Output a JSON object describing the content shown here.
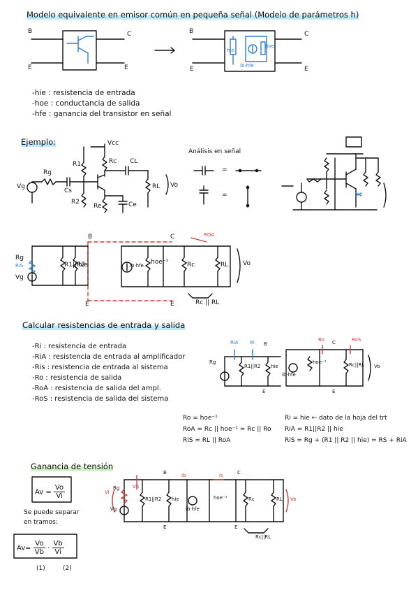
{
  "header": {
    "title": "Modelo equivalente en emisor común en pequeña señal (Modelo de parámetros h)"
  },
  "model": {
    "node_b": "B",
    "node_c": "C",
    "node_e": "E",
    "hie_small": "hie",
    "hoe_small": "hoe",
    "ib_hfe_small": "ib·hfe"
  },
  "definitions": [
    "-hie : resistencia de entrada",
    "-hoe : conductancia de salida",
    "-hfe : ganancia del transistor en señal"
  ],
  "example": {
    "title": "Ejemplo:",
    "vcc": "Vcc",
    "rg": "Rg",
    "r1": "R1",
    "rc": "Rc",
    "cl": "CL",
    "vg": "Vg",
    "cs": "Cs",
    "r2": "R2",
    "re": "Re",
    "ce": "Ce",
    "rl": "RL",
    "vo": "Vo"
  },
  "analysis": {
    "title": "Análisis en señal",
    "equals": "="
  },
  "circuit1": {
    "rg": "Rg",
    "ris": "RiS",
    "vg": "Vg",
    "r1r2": "R1||R2",
    "hie": "hie",
    "ibhfe": "ib·hfe",
    "hoe": "hoe⁻¹",
    "rc": "Rc",
    "rl": "RL",
    "vo": "Vo",
    "b": "B",
    "c": "C",
    "e": "E",
    "roa": "ROA",
    "rc_rl": "Rc || RL"
  },
  "section2": {
    "title": "Calcular resistencias de entrada y salida",
    "items": [
      "-Ri : resistencia de entrada",
      "-RiA : resistencia de entrada al amplificador",
      "-Ris : resistencia de entrada al sistema",
      "-Ro : resistencia de salida",
      "-RoA : resistencia de salida del ampl.",
      "-RoS : resistencia de salida del sistema"
    ]
  },
  "circuit2": {
    "ria": "RiA",
    "ri": "Ri",
    "b": "B",
    "ro": "Ro",
    "c": "C",
    "ros": "RoS",
    "rg": "Rg",
    "r1r2": "R1||R2",
    "hie": "hie",
    "ibhfe": "ib·hfe",
    "hoe": "hoe⁻¹",
    "rcrl": "Rc||RL",
    "vo": "Vo",
    "e": "E"
  },
  "formulas": {
    "left": [
      "Ro = hoe⁻¹",
      "RoA = Rc || hoe⁻¹ ≈ Rc || Ro",
      "RiS = RL || RoA"
    ],
    "right": [
      "Ri = hie ← dato de la hoja del trt",
      "RiA = R1||R2 || hie",
      "RiS = Rg + (R1 || R2 || hie) = RS + RiA"
    ]
  },
  "section3": {
    "title": "Ganancia de tensión",
    "av_lhs": "Av =",
    "av_num": "Vo",
    "av_den": "Vi",
    "note_line1": "Se puede separar",
    "note_line2": "en tramos:",
    "av2_lhs": "Av=",
    "f1_num": "Vo",
    "f1_den": "Vb",
    "dot": "·",
    "f2_num": "Vb",
    "f2_den": "Vi",
    "tag1": "(1)",
    "tag2": "(2)"
  },
  "circuit3": {
    "vi": "Vi",
    "rg": "Rg",
    "vb": "Vb",
    "vg": "Vg",
    "b": "B",
    "r1r2": "R1||R2",
    "hie": "hie",
    "ib": "ib",
    "ic": "ic",
    "c": "C",
    "ibhfe": "ib·hfe",
    "hoe": "hoe⁻¹",
    "rc": "Rc",
    "rl": "RL",
    "vo": "Vo",
    "e": "E",
    "rcrl": "Rc||RL"
  },
  "colors": {
    "ink": "#111111",
    "blue": "#2a7fd4",
    "red": "#d23a3a",
    "highlight_cyan": "#bfe9f7",
    "highlight_pink": "#f6d3e6",
    "highlight_green": "#d2f0c8"
  }
}
